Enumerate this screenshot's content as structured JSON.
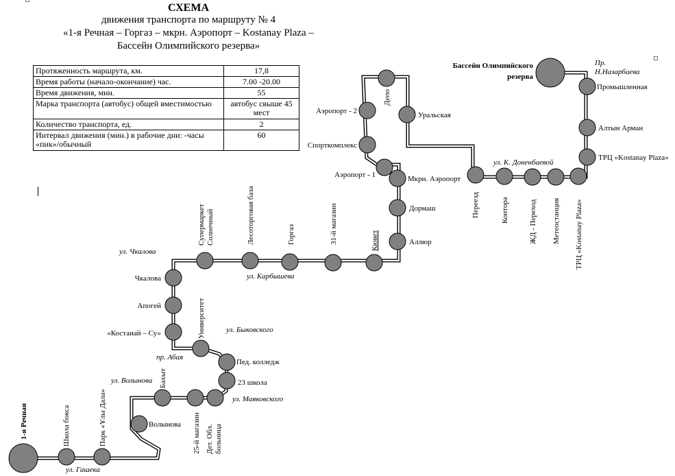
{
  "header": {
    "title": "СХЕМА",
    "line2": "движения транспорта по маршруту № 4",
    "line3": "«1-я Речная – Горгаз – мкрн. Аэропорт – Kostanay Plaza –",
    "line4": "Бассейн Олимпийского резерва»"
  },
  "table": {
    "rows": [
      {
        "label": "Протяженность маршрута, км.",
        "value": "17,8"
      },
      {
        "label": "Время работы (начало-окончание) час.",
        "value": "7.00 -20.00"
      },
      {
        "label": "Время движения, мин.",
        "value": "55"
      },
      {
        "label": "Марка транспорта (автобус) общей вместимостью",
        "value": "автобус свыше 45 мест"
      },
      {
        "label": "Количество транспорта, ед.",
        "value": "2"
      },
      {
        "label": "Интервал движения (мин.) в рабочие дни: -часы «пик»/обычный",
        "value": "60"
      }
    ]
  },
  "terminals": {
    "start": "1-я Речная",
    "end_line1": "Бассейн Олимпийского",
    "end_line2": "резерва"
  },
  "stops": {
    "shkola_boksa": "Школа бокса",
    "park_uly_dala": "Парк «Ұлы Дала»",
    "volynova": "Волынова",
    "bahyt": "Бахыт",
    "magazin_25": "25-й магазин",
    "det_bolnica_1": "Дет. Обл.",
    "det_bolnica_2": "больница",
    "shkola_23": "23 школа",
    "ped_kolledzh": "Пед. колледж",
    "universitet": "Университет",
    "kostanay_su": "«Костанай – Су»",
    "apogey": "Апогей",
    "chkalova": "Чкалова",
    "supermarket_1": "Супермаркет",
    "supermarket_2": "Солнечный",
    "lesotorgovaya_baza": "Лесоторговая база",
    "gorgaz": "Горгаз",
    "magazin_31": "31-й магазин",
    "kuvet": "Кювет",
    "allyur": "Аллюр",
    "dormash": "Дормаш",
    "mkrn_aeroport": "Мкрн. Аэропорт",
    "aeroport_1": "Аэропорт - 1",
    "sportkompleks": "Спорткомплекс",
    "aeroport_2": "Аэропорт - 2",
    "depo": "Депо",
    "uralskaya": "Уральская",
    "pereezd": "Переезд",
    "kontora": "Контора",
    "zhd_perehod": "ЖД - Переход",
    "meteostanciya": "Метеостанция",
    "trc_plaza_1": "ТРЦ «Kostanay Plaza»",
    "trc_plaza_2": "ТРЦ «Kostanay Plaza»",
    "altyn_arman": "Алтын Арман",
    "promyshlennaya": "Промышленная"
  },
  "streets": {
    "gasheka": "ул. Гашека",
    "volynova": "ул. Волынова",
    "mayakovskogo": "ул. Маяковского",
    "bykovskogo": "ул. Быковского",
    "pr_abaya": "пр. Абая",
    "chkalova": "ул. Чкалова",
    "karbysheva": "ул. Карбышева",
    "donenbaevoy": "ул. К. Доненбаевой",
    "nazarbaeva_1": "Пр.",
    "nazarbaeva_2": "Н.Назарбаева"
  },
  "colors": {
    "stop_fill": "#808080",
    "route_line": "#000000"
  }
}
